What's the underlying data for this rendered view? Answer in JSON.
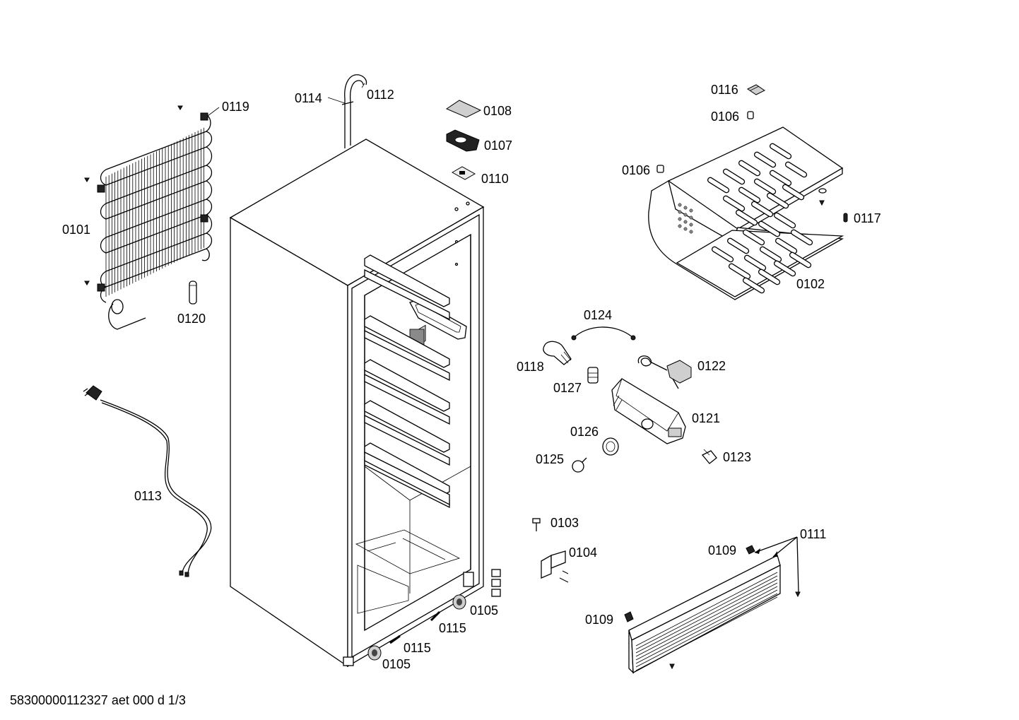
{
  "diagram": {
    "footer": "58300000112327 aet 000 d 1/3",
    "labels": {
      "p0101": "0101",
      "p0102": "0102",
      "p0103": "0103",
      "p0104": "0104",
      "p0105a": "0105",
      "p0105b": "0105",
      "p0106a": "0106",
      "p0106b": "0106",
      "p0107": "0107",
      "p0108": "0108",
      "p0109a": "0109",
      "p0109b": "0109",
      "p0110": "0110",
      "p0111": "0111",
      "p0112": "0112",
      "p0113": "0113",
      "p0114": "0114",
      "p0115a": "0115",
      "p0115b": "0115",
      "p0116": "0116",
      "p0117": "0117",
      "p0118": "0118",
      "p0119": "0119",
      "p0120": "0120",
      "p0121": "0121",
      "p0122": "0122",
      "p0123": "0123",
      "p0124": "0124",
      "p0125": "0125",
      "p0126": "0126",
      "p0127": "0127"
    }
  }
}
